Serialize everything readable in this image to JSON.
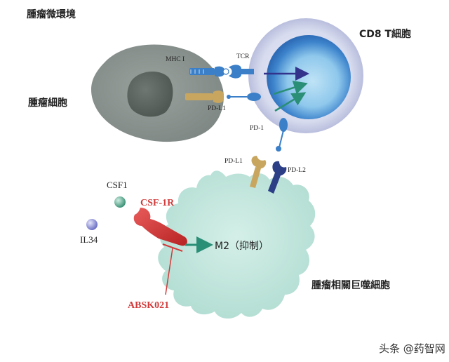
{
  "labels": {
    "tumor_microenvironment": "腫瘤微環境",
    "tumor_cell": "腫瘤細胞",
    "cd8_t_cell": "CD8 T細胞",
    "mhc1": "MHC I",
    "tcr": "TCR",
    "pdl1_top": "PD-L1",
    "pd1": "PD-1",
    "pdl1_mac": "PD-L1",
    "pdl2": "PD-L2",
    "csf1": "CSF1",
    "il34": "IL34",
    "csf1r": "CSF-1R",
    "m2": "M2（抑制）",
    "abs": "ABSK021",
    "tam": "腫瘤相關巨噬細胞"
  },
  "watermark": "头条 @药智网",
  "colors": {
    "tumor_cell": "#8c9590",
    "nucleus": "#5e6662",
    "t_cell_outer": "#d9dcef",
    "t_cell_core": "#3e86cf",
    "macrophage": "#c2e7de",
    "receptor_blue": "#3a7fc8",
    "receptor_tan": "#c9a65f",
    "receptor_navy": "#2c3f86",
    "green_arrow": "#2a8f76",
    "red": "#d23a3a",
    "csf1_ball": "#5aa892",
    "il34_ball": "#8c8fd4"
  }
}
